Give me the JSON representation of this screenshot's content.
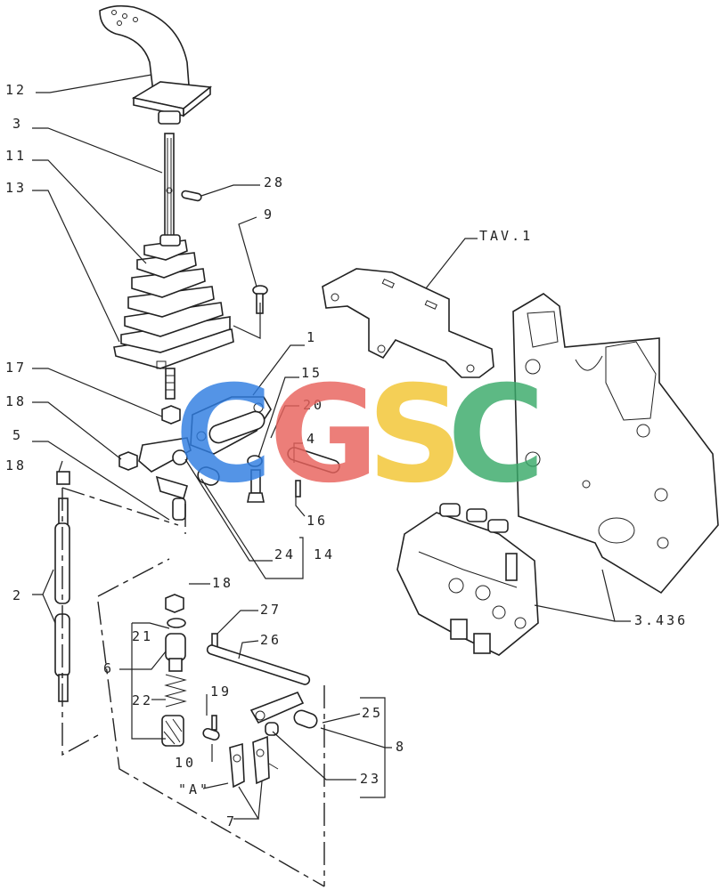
{
  "callouts": {
    "c12": "12",
    "c3": "3",
    "c11": "11",
    "c13": "13",
    "c28": "28",
    "c9": "9",
    "c_tav": "TAV.1",
    "c1": "1",
    "c15": "15",
    "c20": "20",
    "c4": "4",
    "c16": "16",
    "c17": "17",
    "c18a": "18",
    "c5": "5",
    "c18b": "18",
    "c2": "2",
    "c24": "24",
    "c14": "14",
    "c18c": "18",
    "c27": "27",
    "c21": "21",
    "c26": "26",
    "c6": "6",
    "c22": "22",
    "c19": "19",
    "c25": "25",
    "c8": "8",
    "c10": "10",
    "c23": "23",
    "c_a": "\"A\"",
    "c7": "7",
    "c3436": "3.436"
  },
  "watermark": {
    "letters": [
      "C",
      "G",
      "S",
      "C"
    ],
    "colors": [
      "#2f7de1",
      "#e8625c",
      "#f2c531",
      "#3aaa6a"
    ]
  }
}
